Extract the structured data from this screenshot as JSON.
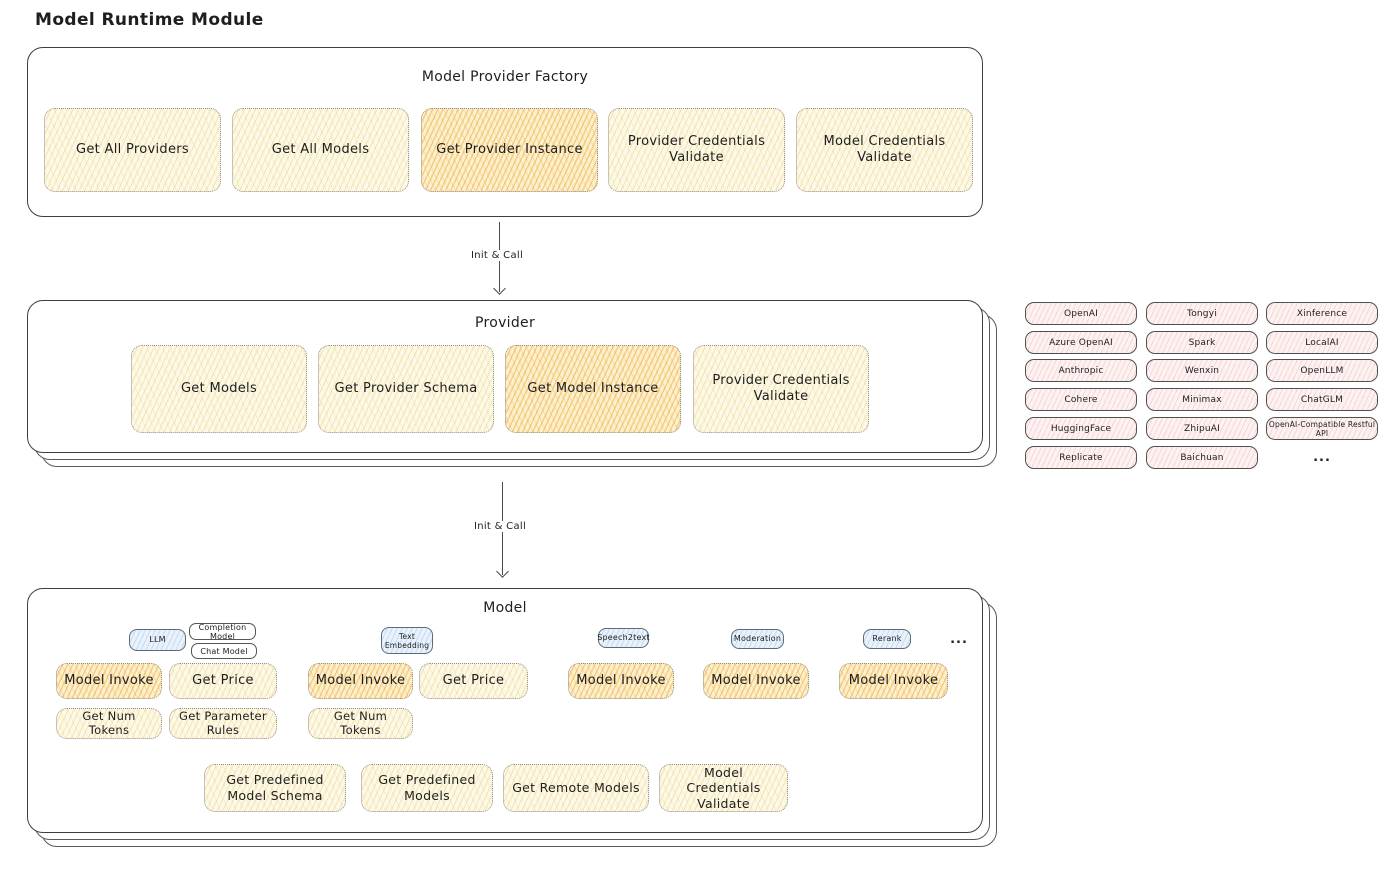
{
  "page_title": "Model Runtime Module",
  "arrows": {
    "label1": "Init & Call",
    "label2": "Init & Call"
  },
  "factory": {
    "title": "Model Provider Factory",
    "items": [
      "Get All Providers",
      "Get All Models",
      "Get Provider Instance",
      "Provider Credentials Validate",
      "Model Credentials Validate"
    ],
    "highlighted_item": "Get Provider Instance"
  },
  "provider": {
    "title": "Provider",
    "items": [
      "Get Models",
      "Get Provider Schema",
      "Get Model Instance",
      "Provider Credentials Validate"
    ],
    "highlighted_item": "Get Model Instance"
  },
  "providers_grid": {
    "col1": [
      "OpenAI",
      "Azure OpenAI",
      "Anthropic",
      "Cohere",
      "HuggingFace",
      "Replicate"
    ],
    "col2": [
      "Tongyi",
      "Spark",
      "Wenxin",
      "Minimax",
      "ZhipuAI",
      "Baichuan"
    ],
    "col3": [
      "Xinference",
      "LocalAI",
      "OpenLLM",
      "ChatGLM",
      "OpenAI-Compatible Restful API"
    ],
    "more": "..."
  },
  "model": {
    "title": "Model",
    "tags": {
      "llm": "LLM",
      "completion_model": "Completion Model",
      "chat_model": "Chat Model",
      "text_embedding": "Text Embedding",
      "speech2text": "Speech2text",
      "moderation": "Moderation",
      "rerank": "Rerank",
      "more": "..."
    },
    "llm_ops": [
      "Model Invoke",
      "Get Price",
      "Get Num Tokens",
      "Get Parameter Rules"
    ],
    "text_embedding_ops": [
      "Model Invoke",
      "Get Price",
      "Get Num Tokens"
    ],
    "speech2text_ops": [
      "Model Invoke"
    ],
    "moderation_ops": [
      "Model Invoke"
    ],
    "rerank_ops": [
      "Model Invoke"
    ],
    "bottom_ops": [
      "Get Predefined Model Schema",
      "Get Predefined Models",
      "Get Remote Models",
      "Model Credentials Validate"
    ]
  },
  "colors": {
    "ink": "#1e1e1e",
    "frame_border": "#3f3f3f",
    "op_yellow_fill": "#fdf9e8",
    "op_yellow_hatch": "#e7c45e",
    "op_highlight_fill": "#fcf0d0",
    "op_highlight_hatch": "#f0af3e",
    "provider_pink_fill": "#fdf2f2",
    "provider_pink_hatch": "#eea0a0",
    "tag_blue_fill": "#e9f2fb",
    "tag_blue_hatch": "#8cb9e6"
  }
}
